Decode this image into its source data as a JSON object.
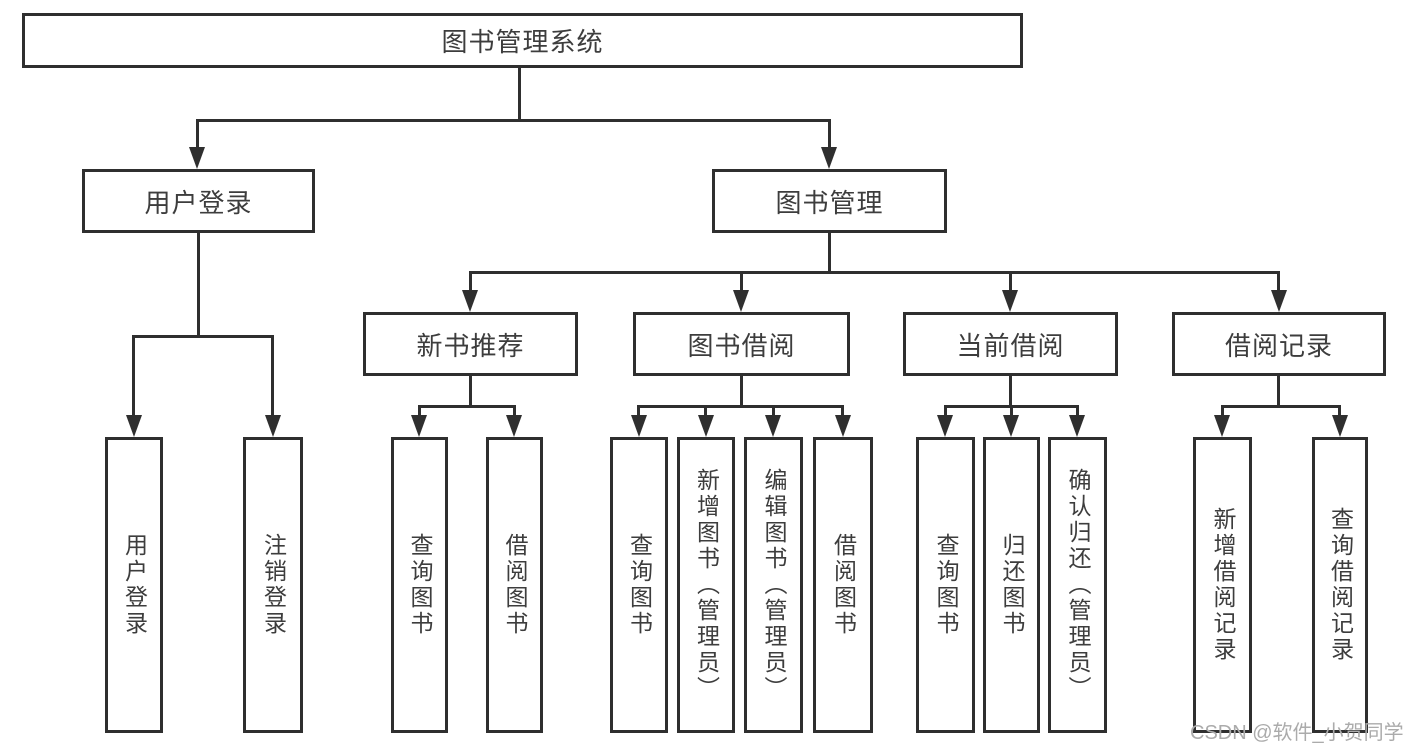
{
  "diagram": {
    "root": {
      "label": "图书管理系统"
    },
    "level2": [
      {
        "label": "用户登录"
      },
      {
        "label": "图书管理"
      }
    ],
    "level3": [
      {
        "label": "新书推荐"
      },
      {
        "label": "图书借阅"
      },
      {
        "label": "当前借阅"
      },
      {
        "label": "借阅记录"
      }
    ],
    "leaves": {
      "user": [
        "用户登录",
        "注销登录"
      ],
      "newbook": [
        "查询图书",
        "借阅图书"
      ],
      "borrow": [
        "查询图书",
        "新增图书（管理员）",
        "编辑图书（管理员）",
        "借阅图书"
      ],
      "current": [
        "查询图书",
        "归还图书",
        "确认归还（管理员）"
      ],
      "record": [
        "新增借阅记录",
        "查询借阅记录"
      ]
    }
  },
  "watermark": "CSDN @软件_小贺同学",
  "colors": {
    "line": "#2f2f2f",
    "text": "#3d3d3d",
    "watermark": "#ababab",
    "background": "#ffffff"
  }
}
